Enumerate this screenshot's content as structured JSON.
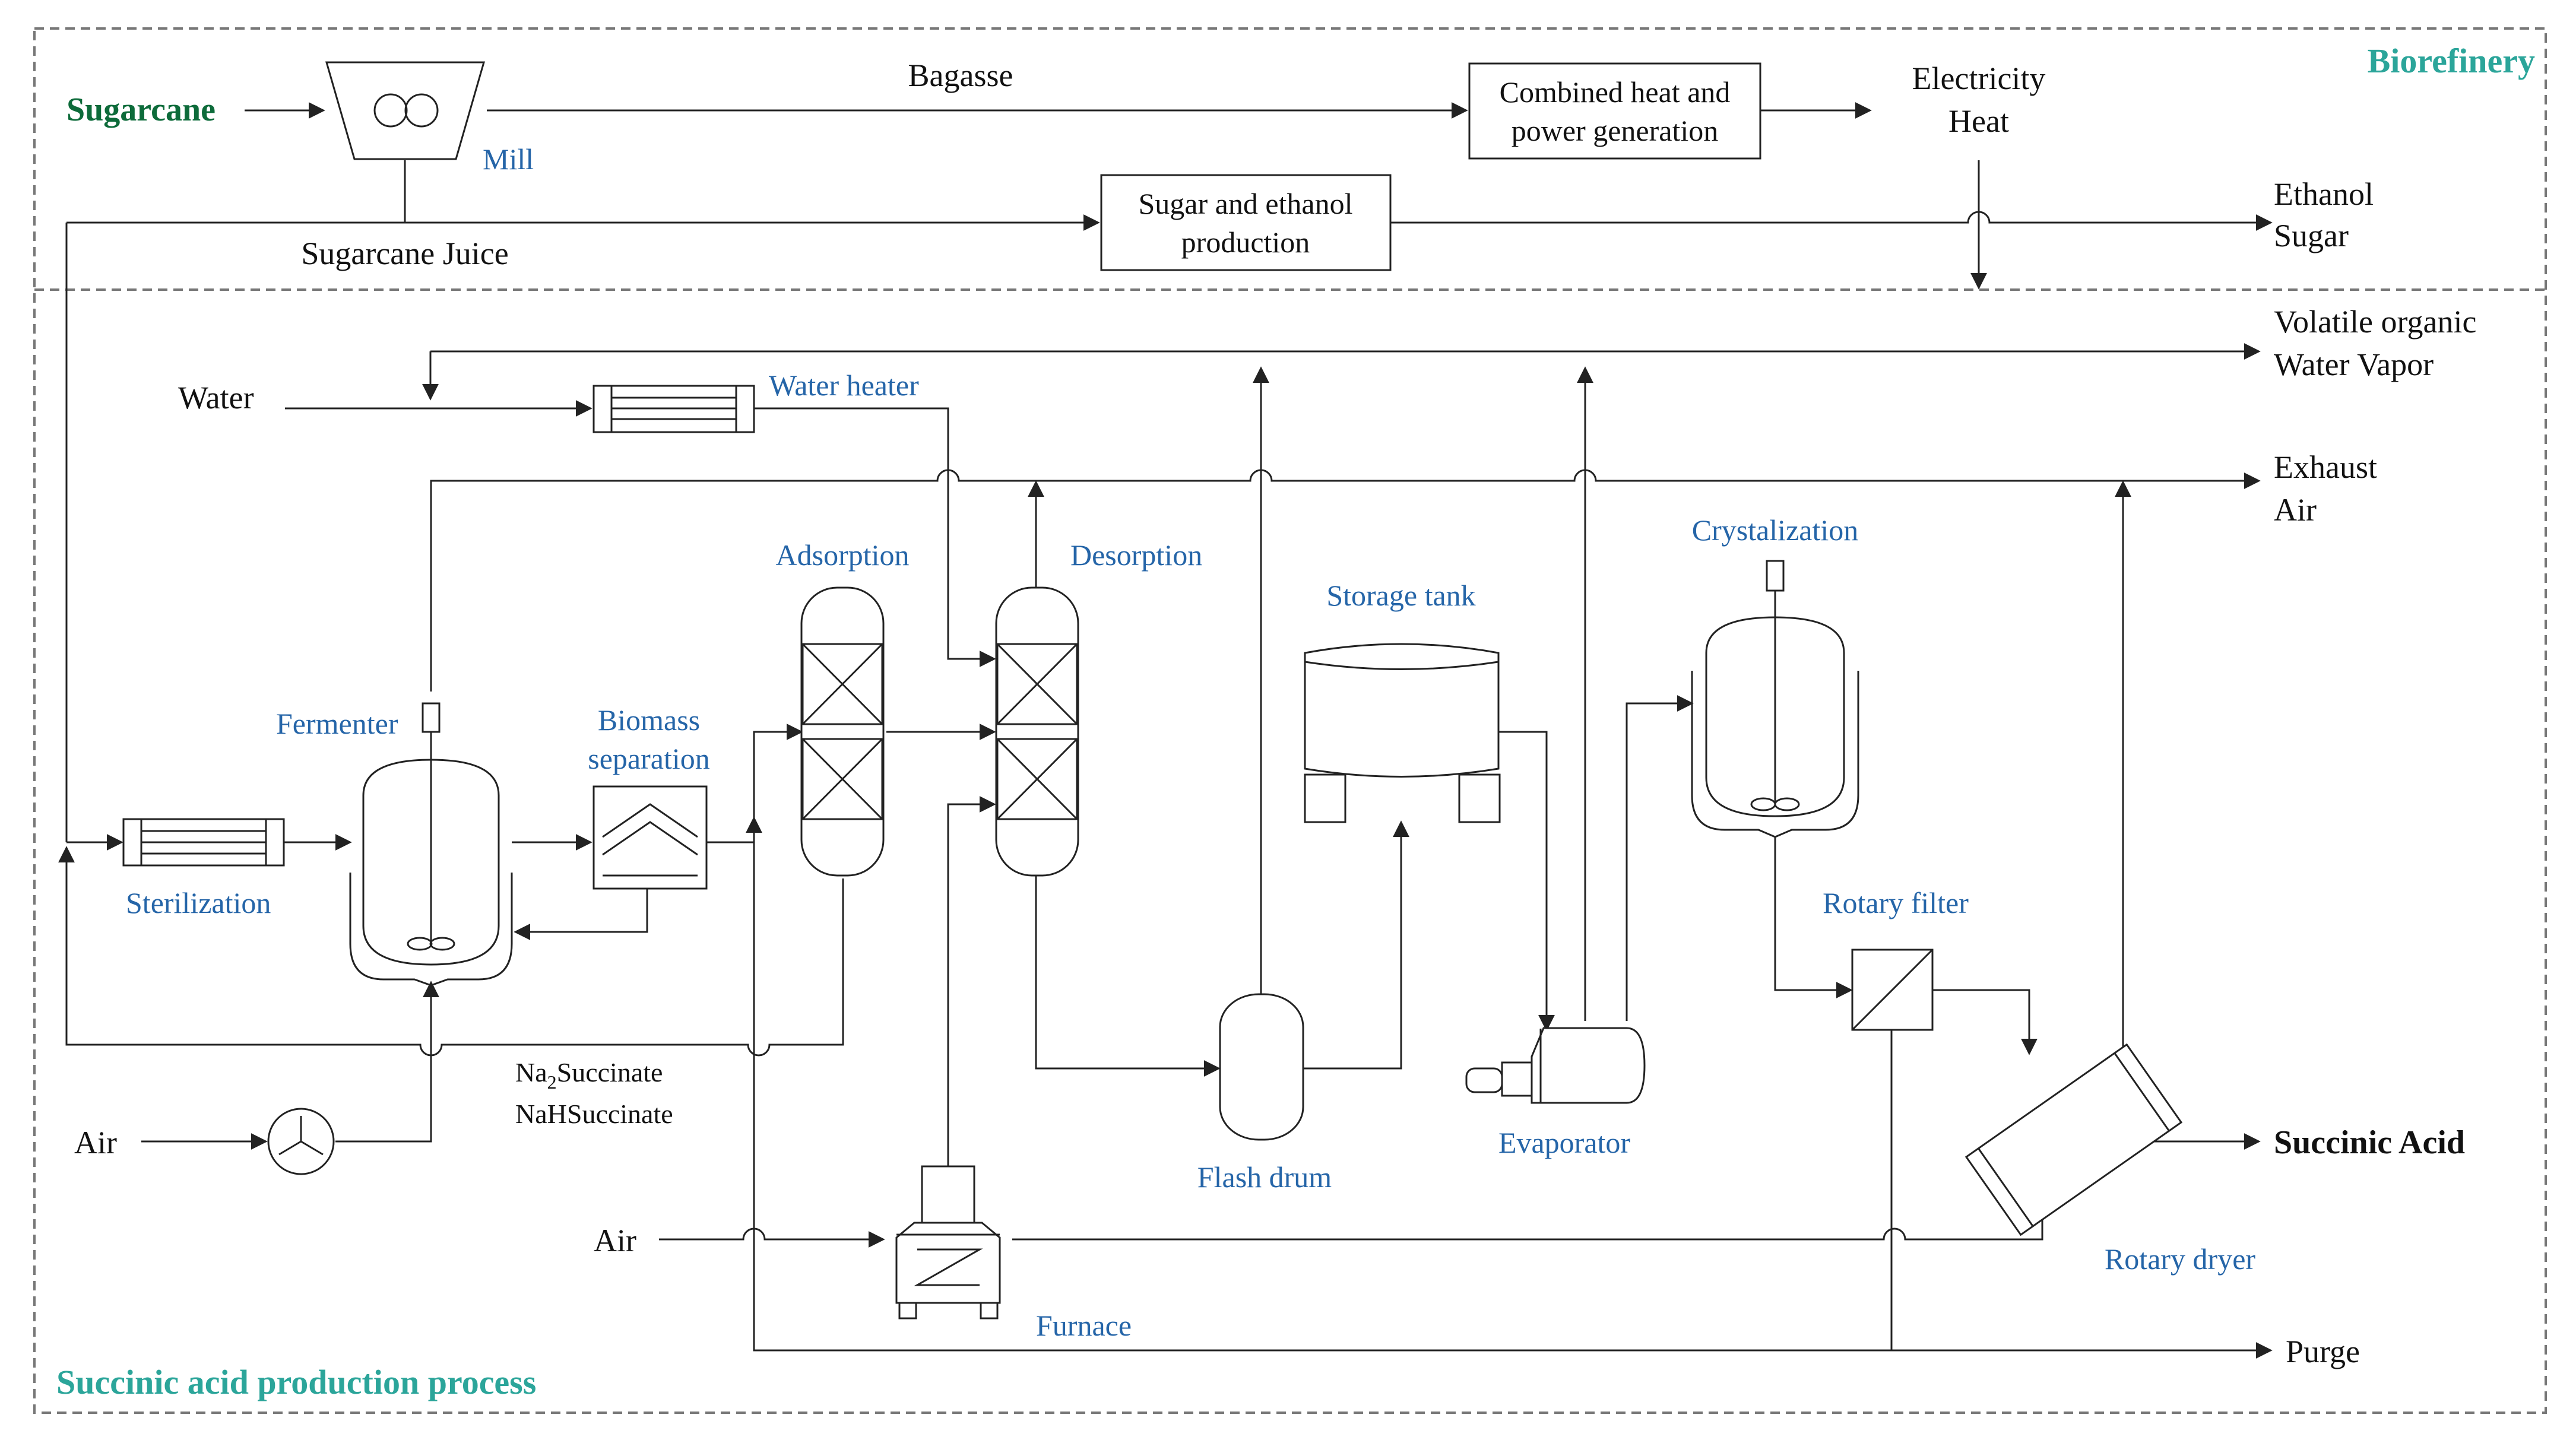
{
  "sections": {
    "biorefinery": "Biorefinery",
    "succinic": "Succinic acid production process"
  },
  "inputs": {
    "sugarcane": "Sugarcane",
    "water": "Water",
    "air1": "Air",
    "air2": "Air"
  },
  "streams": {
    "bagasse": "Bagasse",
    "juice": "Sugarcane Juice",
    "electricity": "Electricity",
    "heat": "Heat",
    "ethanol": "Ethanol",
    "sugar": "Sugar",
    "voc1": "Volatile organic",
    "voc2": "Water Vapor",
    "exhaust1": "Exhaust",
    "exhaust2": "Air",
    "na2_prefix": "Na",
    "na2_sub": "2",
    "na2_rest": "Succinate",
    "nah": "NaHSuccinate",
    "succinic": "Succinic Acid",
    "purge": "Purge"
  },
  "units": {
    "mill": "Mill",
    "chp1": "Combined heat and",
    "chp2": "power generation",
    "sep1": "Sugar and ethanol",
    "sep2": "production",
    "water_heater": "Water heater",
    "fermenter": "Fermenter",
    "sterilization": "Sterilization",
    "biomass1": "Biomass",
    "biomass2": "separation",
    "adsorption": "Adsorption",
    "desorption": "Desorption",
    "storage": "Storage tank",
    "crystal": "Crystalization",
    "rotary_filter": "Rotary filter",
    "flash": "Flash drum",
    "evaporator": "Evaporator",
    "rotary_dryer": "Rotary dryer",
    "furnace": "Furnace"
  },
  "colors": {
    "unit_label": "#2565a8",
    "feed_label": "#0d6b3a",
    "section_label": "#2ba59a",
    "line": "#222222"
  }
}
